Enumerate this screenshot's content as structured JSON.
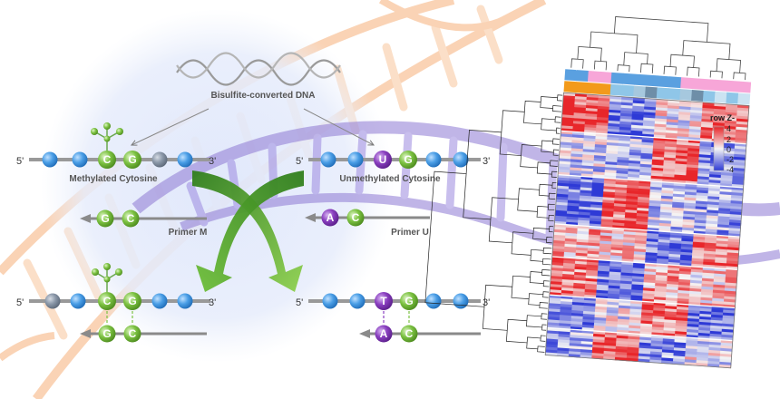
{
  "diagram": {
    "source_label": "Bisulfite-converted DNA",
    "methylated_label": "Methylated Cytosine",
    "unmethylated_label": "Unmethylated Cytosine",
    "primer_m_label": "Primer M",
    "primer_u_label": "Primer U",
    "five_prime": "5'",
    "three_prime": "3'",
    "bases": {
      "m_strand_c": "C",
      "m_strand_g": "G",
      "u_strand_u": "U",
      "u_strand_g": "G",
      "primer_m_g": "G",
      "primer_m_c": "C",
      "primer_u_a": "A",
      "primer_u_c": "C",
      "bottom_m_c": "C",
      "bottom_m_g": "G",
      "bottom_m_pg": "G",
      "bottom_m_pc": "C",
      "bottom_u_t": "T",
      "bottom_u_g": "G",
      "bottom_u_pa": "A",
      "bottom_u_pc": "C"
    }
  },
  "heatmap": {
    "legend_title": "row Z-",
    "legend_ticks": [
      "4",
      "2",
      "0",
      "-2",
      "-4"
    ]
  },
  "colors": {
    "nucleotide_blue": "#4a9ee6",
    "nucleotide_gray": "#8a97a8",
    "green_base": "#7cc242",
    "purple_base": "#8a3fc0",
    "heat_high": "#e8262a",
    "heat_low": "#2e3ad6",
    "heat_mid": "#f5f5f5",
    "orange_helix": "#f6b07a",
    "purple_helix": "#8e79d4"
  }
}
